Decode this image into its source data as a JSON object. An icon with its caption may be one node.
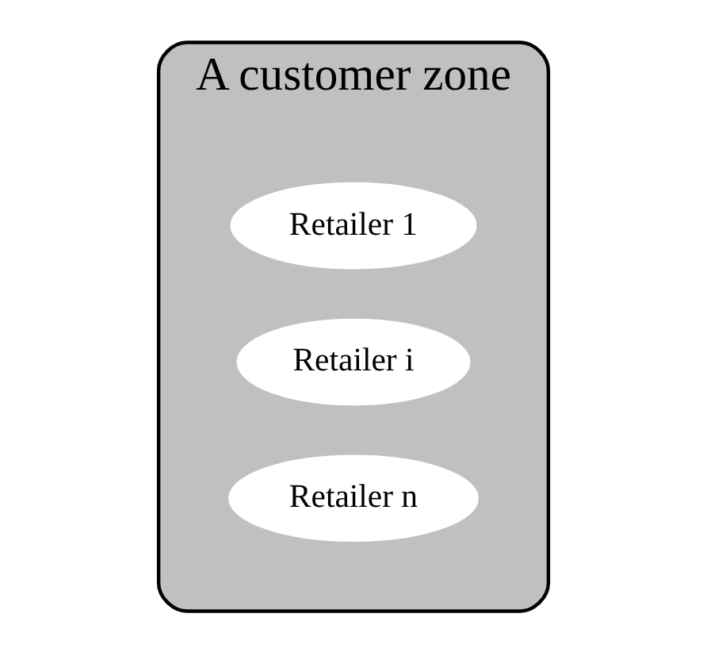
{
  "diagram": {
    "nodes": [
      {
        "text": [
          "A customer zone"
        ]
      },
      {
        "text": [
          "Retailer 1"
        ],
        "in": 0
      },
      {
        "text": [
          "Retailer i"
        ],
        "in": 0
      },
      {
        "text": [
          "Retailer n"
        ],
        "in": 0
      }
    ],
    "edges": []
  }
}
